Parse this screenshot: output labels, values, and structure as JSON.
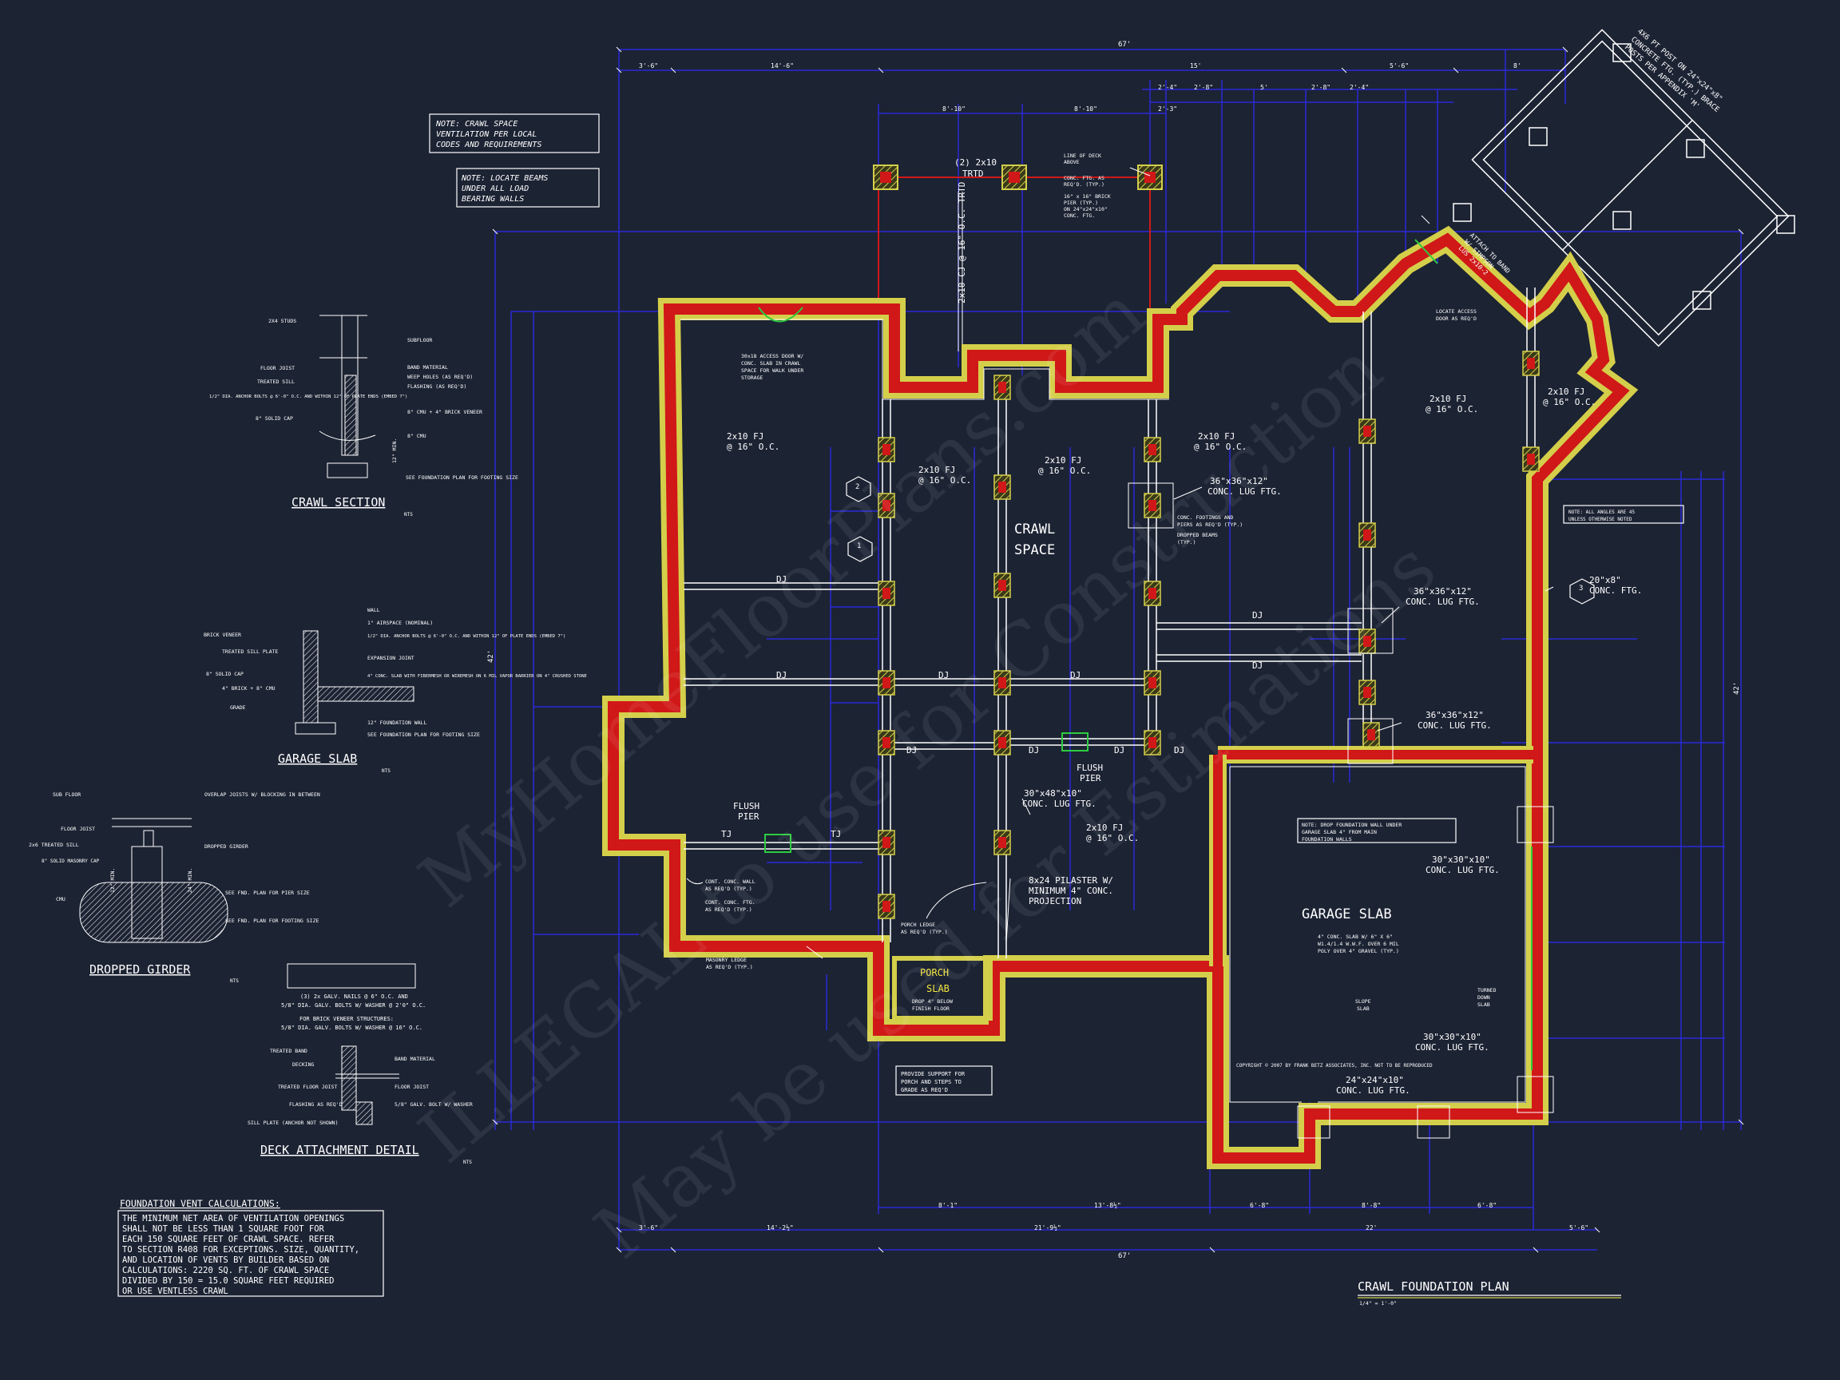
{
  "colors": {
    "background": "#1c2333",
    "wall_outer": "#d4cf4a",
    "wall_core": "#d01818",
    "dimension": "#2a2ad8",
    "linework": "#ffffff",
    "accent_green": "#2ecc40"
  },
  "sheet": {
    "title": "CRAWL FOUNDATION PLAN",
    "scale": "1/4\" = 1'-0\"",
    "copyright": "COPYRIGHT © 2007 BY FRANK BETZ ASSOCIATES, INC. NOT TO BE REPRODUCED"
  },
  "watermark": {
    "line1": "MyHomeFloorPlans.com",
    "line2": "ILLEGAL to use for Construction",
    "line3": "May be used for Estimations"
  },
  "overall_dims": {
    "top": "67'",
    "bottom": "67'",
    "left": "42'",
    "right": "42'",
    "top_segments": [
      "3'-6\"",
      "14'-6\"",
      "15'",
      "5'-6\"",
      "8'"
    ],
    "top_row2": [
      "8'-10\"",
      "8'-10\"",
      "2'-3\"",
      "2'-4\"",
      "2'-8\"",
      "5'",
      "2'-8\"",
      "2'-4\""
    ],
    "bottom_segments": [
      "3'-6\"",
      "14'-2½\"",
      "21'-9½\"",
      "22'",
      "5'-6\""
    ],
    "bottom_row2": [
      "8'-1\"",
      "13'-8½\"",
      "6'-8\"",
      "8'-8\"",
      "6'-8\""
    ]
  },
  "notes": {
    "crawl_vent": [
      "NOTE: CRAWL SPACE",
      "VENTILATION PER LOCAL",
      "CODES AND REQUIREMENTS"
    ],
    "beams": [
      "NOTE: LOCATE BEAMS",
      "UNDER ALL LOAD",
      "BEARING WALLS"
    ],
    "angles": [
      "NOTE: ALL ANGLES ARE 45",
      "UNLESS OTHERWISE NOTED"
    ],
    "garage_drop": [
      "NOTE: DROP FOUNDATION WALL UNDER",
      "GARAGE SLAB 4\" FROM MAIN",
      "FOUNDATION WALLS"
    ],
    "porch_support": [
      "PROVIDE SUPPORT FOR",
      "PORCH AND STEPS TO",
      "GRADE AS REQ'D"
    ],
    "access_door": [
      "30x18 ACCESS DOOR W/",
      "CONC. SLAB IN CRAWL",
      "SPACE FOR WALK UNDER",
      "STORAGE"
    ],
    "locate_access": [
      "LOCATE ACCESS",
      "DOOR AS REQ'D"
    ]
  },
  "details": {
    "crawl_section": {
      "title": "CRAWL SECTION",
      "nts": "NTS",
      "labels": [
        "2X4 STUDS",
        "SUBFLOOR",
        "FLOOR JOIST",
        "BAND MATERIAL",
        "TREATED SILL",
        "WEEP HOLES (AS REQ'D)",
        "FLASHING (AS REQ'D)",
        "1/2\" DIA. ANCHOR BOLTS @ 6'-0\" O.C. AND WITHIN 12\" OF PLATE ENDS (EMBED 7\")",
        "8\" SOLID CAP",
        "8\" CMU + 4\" BRICK VENEER",
        "8\" CMU",
        "SEE FOUNDATION PLAN FOR FOOTING SIZE",
        "12\" MIN."
      ]
    },
    "garage_slab": {
      "title": "GARAGE SLAB",
      "nts": "NTS",
      "labels": [
        "WALL",
        "BRICK VENEER",
        "1\" AIRSPACE (NOMINAL)",
        "1/2\" DIA. ANCHOR BOLTS @ 6'-0\" O.C. AND WITHIN 12\" OF PLATE ENDS (EMBED 7\")",
        "TREATED SILL PLATE",
        "EXPANSION JOINT",
        "8\" SOLID CAP",
        "4\" CONC. SLAB WITH FIBERMESH OR WIREMESH ON 6 MIL VAPOR BARRIER ON 4\" CRUSHED STONE",
        "4\" BRICK + 8\" CMU",
        "GRADE",
        "12\" FOUNDATION WALL",
        "SEE FOUNDATION PLAN FOR FOOTING SIZE"
      ]
    },
    "dropped_girder": {
      "title": "DROPPED GIRDER",
      "nts": "NTS",
      "labels": [
        "SUB FLOOR",
        "OVERLAP JOISTS W/ BLOCKING IN BETWEEN",
        "FLOOR JOIST",
        "2x6 TREATED SILL",
        "DROPPED GIRDER",
        "8\" SOLID MASONRY CAP",
        "CMU",
        "SEE FND. PLAN FOR PIER SIZE",
        "SEE FND. PLAN FOR FOOTING SIZE",
        "12\" MIN.",
        "24\" MIN."
      ]
    },
    "girder_nailing": [
      "(3) 2x GALV. NAILS @ 6\" O.C. AND",
      "5/8\" DIA. GALV. BOLTS W/ WASHER @ 2'0\" O.C.",
      "FOR BRICK VENEER STRUCTURES:",
      "5/8\" DIA. GALV. BOLTS W/ WASHER @ 16\" O.C."
    ],
    "deck_attachment": {
      "title": "DECK ATTACHMENT DETAIL",
      "nts": "NTS",
      "labels": [
        "TREATED BAND",
        "BAND MATERIAL",
        "DECKING",
        "TREATED FLOOR JOIST",
        "FLOOR JOIST",
        "FLASHING AS REQ'D",
        "5/8\" GALV. BOLT W/ WASHER",
        "SILL PLATE (ANCHOR NOT SHOWN)"
      ]
    }
  },
  "vent_calc": {
    "title": "FOUNDATION VENT CALCULATIONS:",
    "lines": [
      "THE MINIMUM NET AREA OF VENTILATION OPENINGS",
      "SHALL NOT BE LESS THAN 1 SQUARE FOOT FOR",
      "EACH 150 SQUARE FEET OF CRAWL SPACE. REFER",
      "TO SECTION R408 FOR EXCEPTIONS. SIZE, QUANTITY,",
      "AND LOCATION OF VENTS BY BUILDER BASED ON",
      "CALCULATIONS: 2220 SQ. FT. OF CRAWL SPACE",
      "DIVIDED BY 150 = 15.0 SQUARE FEET REQUIRED",
      "OR USE VENTLESS CRAWL"
    ]
  },
  "plan": {
    "crawl_space_1": "CRAWL",
    "crawl_space_2": "SPACE",
    "garage_slab": "GARAGE SLAB",
    "garage_slab_note": [
      "4\" CONC. SLAB W/ 6\" X 6\"",
      "W1.4/1.4 W.W.F. OVER 6 MIL",
      "POLY OVER 4\" GRAVEL (TYP.)"
    ],
    "slope": "SLOPE",
    "slope_sub": "SLAB",
    "turned_down": [
      "TURNED",
      "DOWN",
      "SLAB"
    ],
    "porch_1": "PORCH",
    "porch_2": "SLAB",
    "porch_drop": [
      "DROP 4\" BELOW",
      "FINISH FLOOR"
    ],
    "porch_ledge": [
      "PORCH LEDGE",
      "AS REQ'D (TYP.)"
    ],
    "masonry_ledge": [
      "MASONRY LEDGE",
      "AS REQ'D (TYP.)"
    ],
    "fj_labels": [
      {
        "t1": "2x10 FJ",
        "t2": "@ 16\" O.C."
      },
      {
        "t1": "2x10 FJ",
        "t2": "@ 16\" O.C."
      },
      {
        "t1": "2x10 FJ",
        "t2": "@ 16\" O.C."
      },
      {
        "t1": "2x10 FJ",
        "t2": "@ 16\" O.C."
      },
      {
        "t1": "2x10 FJ",
        "t2": "@ 16\" O.C."
      },
      {
        "t1": "2x10 FJ",
        "t2": "@ 16\" O.C."
      },
      {
        "t1": "2x10 FJ",
        "t2": "@ 16\" O.C."
      }
    ],
    "ftg_labels": {
      "f36a": [
        "36\"x36\"x12\"",
        "CONC. LUG FTG."
      ],
      "f36b": [
        "36\"x36\"x12\"",
        "CONC. LUG FTG."
      ],
      "f36c": [
        "36\"x36\"x12\"",
        "CONC. LUG FTG."
      ],
      "f3048": [
        "30\"x48\"x10\"",
        "CONC. LUG FTG."
      ],
      "f2030": [
        "30\"x30\"x10\"",
        "CONC. LUG FTG."
      ],
      "f3030": [
        "30\"x30\"x10\"",
        "CONC. LUG FTG."
      ],
      "f2424": [
        "24\"x24\"x10\"",
        "CONC. LUG FTG."
      ],
      "f208": [
        "20\"x8\"",
        "CONC. FTG."
      ]
    },
    "pilaster": [
      "8x24 PILASTER W/",
      "MINIMUM 4\" CONC.",
      "PROJECTION"
    ],
    "flush_pier": [
      "FLUSH",
      "PIER"
    ],
    "dj": "DJ",
    "tj": "TJ",
    "cont_wall": [
      "CONT. CONC. WALL",
      "AS REQ'D (TYP.)"
    ],
    "cont_ftg": [
      "CONT. CONC. FTG.",
      "AS REQ'D (TYP.)"
    ],
    "conc_ftgs": [
      "CONC. FOOTINGS AND",
      "PIERS AS REQ'D (TYP.)"
    ],
    "dropped_beams": [
      "DROPPED BEAMS",
      "(TYP.)"
    ],
    "deck_beam": [
      "(2) 2x10",
      "TRTD"
    ],
    "deck_joists": "2x10 CJ @ 16\" O.C. TRTD",
    "deck_notes": [
      "LINE OF DECK",
      "ABOVE",
      "CONC. FTG. AS",
      "REQ'D. (TYP.)",
      "16\" x 16\" BRICK",
      "PIER (TYP.)",
      "ON 24\"x24\"x10\"",
      "CONC. FTG."
    ],
    "post_note": [
      "4X6 PT POST ON 24\"x24\"x8\"",
      "CONCRETE FTG. (TYP.) BRACE",
      "POSTS PER APPENDIX 'M'"
    ],
    "attach_band": [
      "ATTACH TO BAND",
      "W/ SIMPSON",
      "LUS 2x10-2"
    ],
    "markers": [
      "1",
      "2",
      "3"
    ]
  }
}
